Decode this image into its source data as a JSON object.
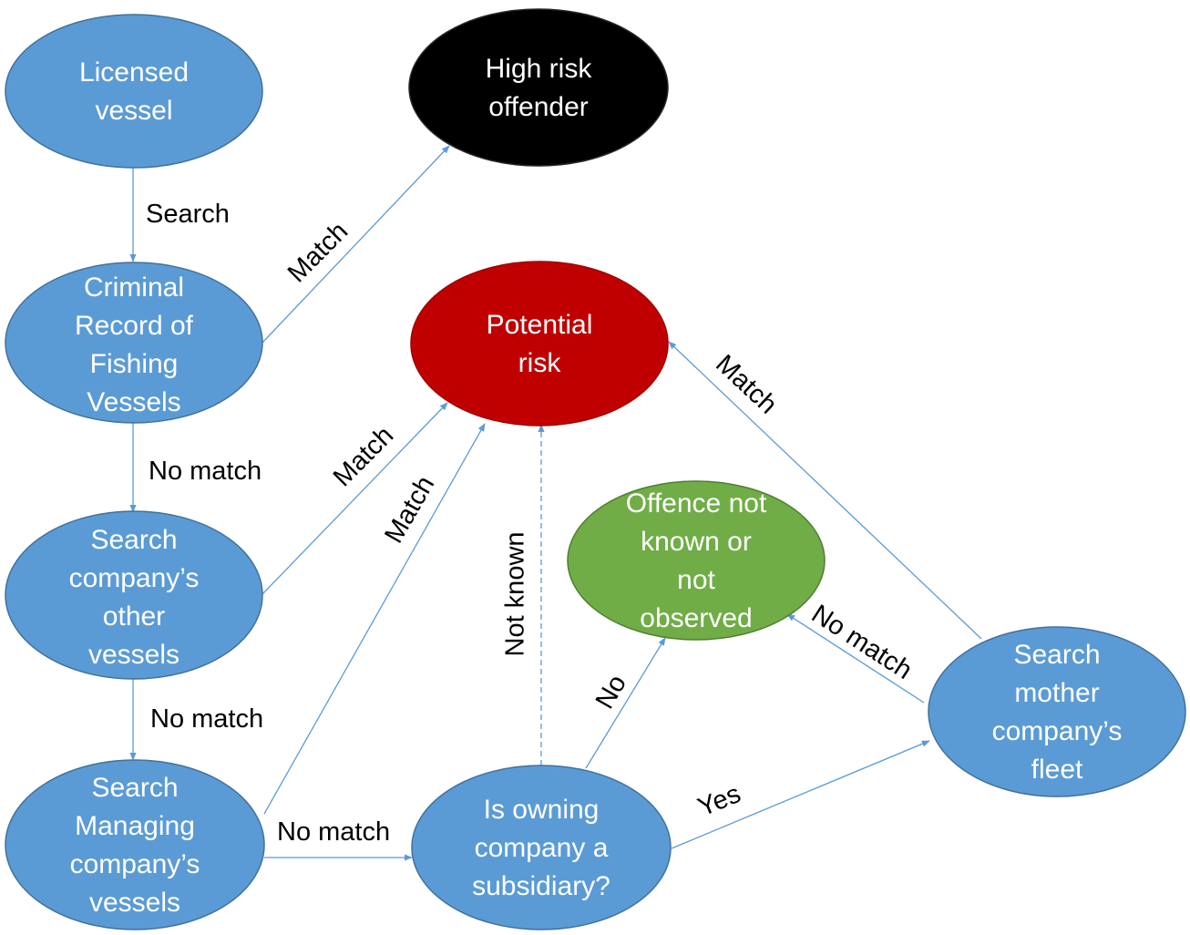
{
  "colors": {
    "process": "#5b9bd5",
    "high_risk": "#000000",
    "potential_risk": "#c00000",
    "offence_unknown": "#70ad47",
    "edge": "#5b9bd5",
    "node_text_light": "#ffffff"
  },
  "nodes": {
    "licensed": [
      "Licensed",
      "vessel"
    ],
    "high_risk": [
      "High risk",
      "offender"
    ],
    "criminal_record": [
      "Criminal",
      "Record of",
      "Fishing",
      "Vessels"
    ],
    "potential_risk": [
      "Potential",
      "risk"
    ],
    "other_vessels": [
      "Search",
      "company’s",
      "other",
      "vessels"
    ],
    "offence": [
      "Offence not",
      "known or",
      "not",
      "observed"
    ],
    "managing": [
      "Search",
      "Managing",
      "company’s",
      "vessels"
    ],
    "subsidiary": [
      "Is owning",
      "company a",
      "subsidiary?"
    ],
    "mother": [
      "Search",
      "mother",
      "company’s",
      "fleet"
    ]
  },
  "edges": {
    "search": "Search",
    "match_high": "Match",
    "no_match_1": "No match",
    "match_other": "Match",
    "no_match_2": "No match",
    "match_managing": "Match",
    "no_match_3": "No match",
    "not_known": "Not known",
    "no": "No",
    "yes": "Yes",
    "match_mother": "Match",
    "no_match_mother": "No match"
  }
}
